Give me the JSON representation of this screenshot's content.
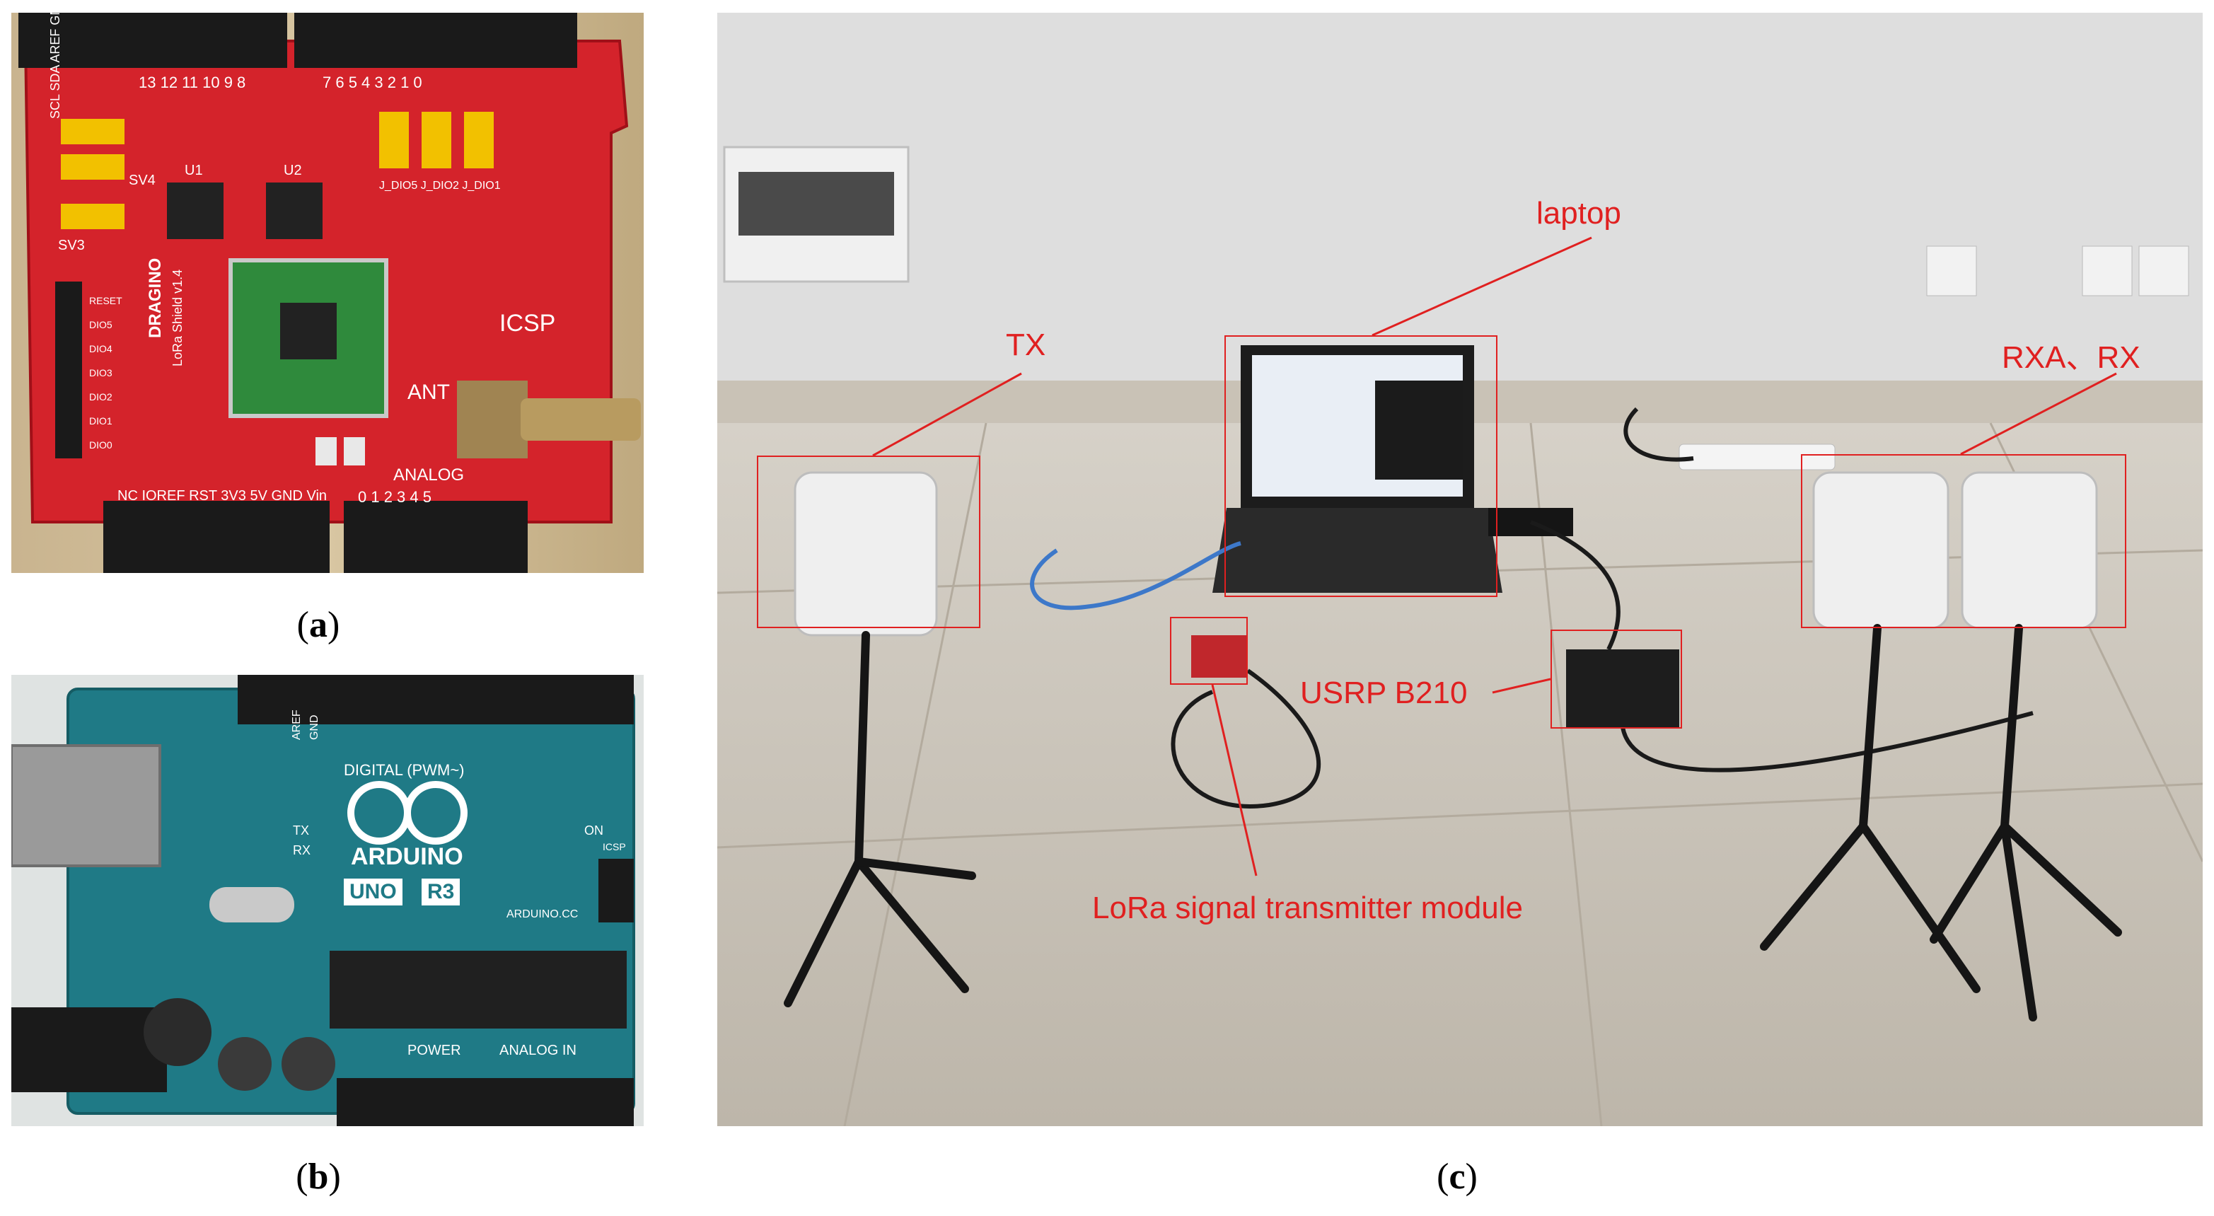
{
  "panels": {
    "a": {
      "caption_open": "(",
      "caption_letter": "a",
      "caption_close": ")"
    },
    "b": {
      "caption_open": "(",
      "caption_letter": "b",
      "caption_close": ")"
    },
    "c": {
      "caption_open": "(",
      "caption_letter": "c",
      "caption_close": ")"
    }
  },
  "labels": {
    "laptop": "laptop",
    "tx": "TX",
    "rx": "RXA、RX",
    "usrp": "USRP B210",
    "lora": "LoRa signal transmitter module"
  },
  "board_a": {
    "brand": "DRAGINO",
    "model": "LoRa Shield v1.4",
    "icsp": "ICSP",
    "ant": "ANT",
    "analog": "ANALOG",
    "power_pins": "NC IOREF RST 3V3 5V GND Vin",
    "analog_pins": "0 1 2 3 4 5",
    "digital_pins": "13 12 11 10 9 8",
    "digital_pins2": "7 6 5 4 3 2 1 0",
    "jumpers": "J_DIO5 J_DIO2 J_DIO1",
    "side_pins": "RESET DIO5 DIO4 DIO3 DIO2 DIO1 DIO0",
    "sv3": "SV3",
    "sv4": "SV4",
    "u1": "U1",
    "u2": "U2",
    "scl": "SCL SDA AREF GND"
  },
  "board_b": {
    "brand": "ARDUINO",
    "model_uno": "UNO",
    "model_r3": "R3",
    "digital": "DIGITAL (PWM~)",
    "analog_in": "ANALOG IN",
    "power": "POWER",
    "site": "ARDUINO.CC",
    "on": "ON",
    "tx": "TX",
    "rx": "RX",
    "icsp": "ICSP",
    "aref": "AREF",
    "gnd": "GND"
  },
  "colors": {
    "annotation": "#e02020",
    "lora_board": "#d4232b",
    "arduino_board": "#1f7a86",
    "wall": "#dedede",
    "floor": "#c9c4bb"
  }
}
